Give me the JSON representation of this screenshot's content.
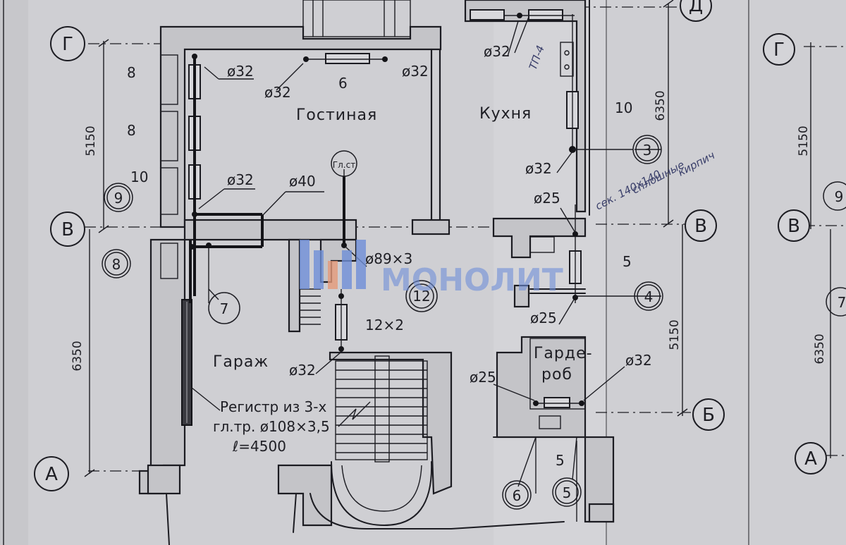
{
  "axis_markers": {
    "g_left": "Г",
    "v_left": "В",
    "a_left": "А",
    "d_right": "Д",
    "v_right": "В",
    "b_right": "Б",
    "g_far": "Г",
    "v_far": "В",
    "a_far": "А"
  },
  "dimensions": {
    "left_upper": "5150",
    "left_lower": "6350",
    "right_upper": "6350",
    "right_lower": "5150",
    "far_upper": "5150",
    "far_lower": "6350"
  },
  "rooms": {
    "living": "Гостиная",
    "kitchen": "Кухня",
    "garage": "Гараж",
    "wardrobe_line1": "Гарде-",
    "wardrobe_line2": "роб"
  },
  "radiator_sections": {
    "left_top": "8",
    "left_mid": "8",
    "left_low": "10",
    "living_top": "6",
    "kitchen_right": "10",
    "hall": "12×2",
    "right_mid": "5",
    "right_bottom": "5"
  },
  "pipe_labels": {
    "d32_a": "ø32",
    "d32_b": "ø32",
    "d32_c": "ø32",
    "d32_d": "ø32",
    "d32_e": "ø32",
    "d32_f": "ø32",
    "d32_g": "ø32",
    "d32_h": "ø32",
    "d40": "ø40",
    "d89": "ø89×3",
    "d25_a": "ø25",
    "d25_b": "ø25",
    "d25_c": "ø25",
    "riser": "Гл.ст",
    "mark": "12×2"
  },
  "circled_numbers": {
    "n9": "9",
    "n8": "8",
    "n7": "7",
    "n12": "12",
    "n3": "3",
    "n4": "4",
    "n6": "6",
    "n5": "5",
    "far9": "9",
    "far7": "7"
  },
  "register_note": {
    "line1": "Регистр из 3-х",
    "line2": "гл.тр. ø108×3,5",
    "line3": "ℓ=4500"
  },
  "handwritten": {
    "kitchen_tag": "ТП-4",
    "note1": "сек. 140х140",
    "note2": "сплошные",
    "note3": "кирпич"
  },
  "watermark": "МОНОЛИТ"
}
